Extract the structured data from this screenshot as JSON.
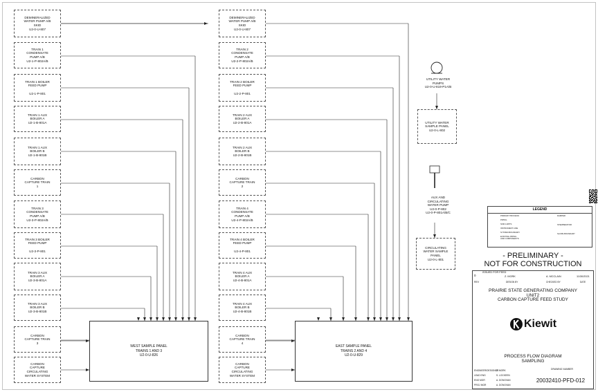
{
  "column1": [
    {
      "label": "DEMINERALIZED\nWATER PUMP A/B\nSKID\nU2-0-U-807"
    },
    {
      "label": "TRAIN 1\nCONDENSATE\nPUMP A/B\nU2-1-P-802A/B"
    },
    {
      "label": "TRAIN 1 BOILER\nFEED PUMP\n\nU2-1-P-801"
    },
    {
      "label": "TRAIN 1 AUX\nBOILER A\nU2-1-B-801A"
    },
    {
      "label": "TRAIN 1 AUX\nBOILER B\nU2-1-B-801B"
    },
    {
      "label": "CARBON\nCAPTURE TRAIN\n1"
    },
    {
      "label": "TRAIN 3\nCONDENSATE\nPUMP A/B\nU2-3-P-802A/B"
    },
    {
      "label": "TRAIN 3 BOILER\nFEED PUMP\n\nU2-3-P-801"
    },
    {
      "label": "TRAIN 3 AUX\nBOILER A\nU2-3-B-801A"
    },
    {
      "label": "TRAIN 3 AUX\nBOILER B\nU2-3-B-801B"
    },
    {
      "label": "CARBON\nCAPTURE TRAIN\n3"
    },
    {
      "label": "CARBON\nCAPTURE\nCIRCULATING\nWATER SYSTEM"
    }
  ],
  "column2": [
    {
      "label": "DEMINERALIZED\nWATER PUMP A/B\nSKID\nU2-0-U-807"
    },
    {
      "label": "TRAIN 2\nCONDENSATE\nPUMP A/B\nU2-2-P-802A/B"
    },
    {
      "label": "TRAIN 2 BOILER\nFEED PUMP\n\nU2-2-P-801"
    },
    {
      "label": "TRAIN 2 AUX\nBOILER A\nU2-2-B-801A"
    },
    {
      "label": "TRAIN 2 AUX\nBOILER B\nU2-2-B-801B"
    },
    {
      "label": "CARBON\nCAPTURE TRAIN\n2"
    },
    {
      "label": "TRAIN 4\nCONDENSATE\nPUMP A/B\nU2-4-P-802A/B"
    },
    {
      "label": "TRAIN 4 BOILER\nFEED PUMP\n\nU2-4-P-801"
    },
    {
      "label": "TRAIN 4 AUX\nBOILER A\nU2-4-B-801A"
    },
    {
      "label": "TRAIN 4 AUX\nBOILER B\nU2-4-B-801B"
    },
    {
      "label": "CARBON\nCAPTURE TRAIN\n4"
    },
    {
      "label": "CARBON\nCAPTURE\nCIRCULATING\nWATER SYSTEM"
    }
  ],
  "west_panel": {
    "label": "WEST SAMPLE PANEL\nTRAINS 1 AND 3\nU2-0-U-826"
  },
  "east_panel": {
    "label": "EAST SAMPLE PANEL\nTRAINS 2 AND 4\nU2-0-U-829"
  },
  "utility": {
    "pump_label": "UTILITY WATER\nPUMPS\nU2-0-U-819-P1A/B",
    "panel_label": "UTILITY WATER\nSAMPLE PANEL\nU2-0-L-802"
  },
  "circ": {
    "pump_label": "AUX AND\nCIRCULATING\nWATER PUMP\nU2-0-P-802\nU2-0-P-801A/B/C",
    "panel_label": "CIRCULATING\nWATER SAMPLE\nPANEL\nU2-0-L-801"
  },
  "legend": {
    "title": "LEGEND",
    "left_items": [
      "PRIMARY PROCESS",
      "PIPING",
      "SKID LIMITS",
      "INSTRUMENT LINE",
      "SYSTEM BOUNDARY",
      "EXISTING PIPING\nAND COMPONENTS"
    ],
    "right_items": [
      "DAMPER",
      "STEMPERATOR",
      "SLOPE BOUNDARY"
    ]
  },
  "watermark": {
    "line1": "- PRELIMINARY -",
    "line2": "NOT FOR CONSTRUCTION"
  },
  "title_block": {
    "rev": "0",
    "issued_for": "ISSUED FOR FEED",
    "designer": "Z. MORK",
    "checker": "A. MCCLAIN",
    "date": "11/30/2021",
    "rev_hdr": "REV",
    "designed_by_hdr": "DESIGN BY",
    "checked_by_hdr": "CHECKED BY",
    "date_hdr": "DATE",
    "company": "PRAIRIE STATE GENERATING COMPANY",
    "unit": "UNIT2",
    "study": "CARBON CAPTURE FEED STUDY",
    "logo": "Kiewit",
    "drawing_title1": "PROCESS FLOW DIAGRAM",
    "drawing_title2": "SAMPLING",
    "roles": [
      "ENGINEER/DESIGNER",
      "LEAD ENG",
      "ENG MGR",
      "PROJ MGR"
    ],
    "names": [
      "Z. MORK",
      "S. LOCKEEN",
      "A. DONOVAN",
      "A. DONOVAN"
    ],
    "drawing_number_hdr": "DRAWING NUMBER",
    "drawing_number": "20032410-PFD-012"
  },
  "colors": {
    "line": "#222222",
    "accent": "#111111"
  }
}
